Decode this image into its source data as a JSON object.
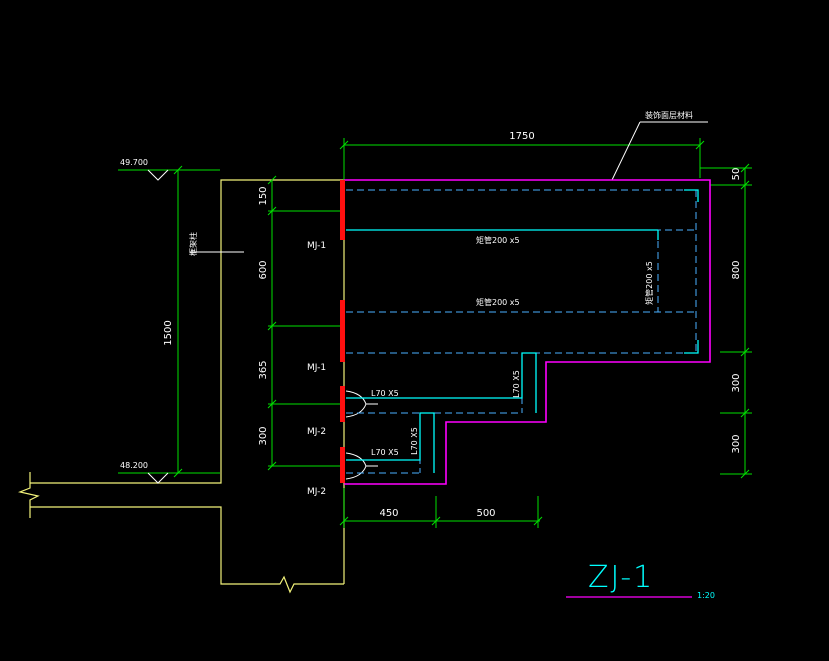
{
  "colors": {
    "background": "#000000",
    "green": "#00e000",
    "yellow": "#f2f27a",
    "white": "#ffffff",
    "magenta": "#ff00ff",
    "red": "#ff1010",
    "cyan": "#00ffff",
    "blue_dash": "#4ab0ff"
  },
  "dims": {
    "top_width": "1750",
    "left_total": "1500",
    "left_150": "150",
    "left_600": "600",
    "left_365": "365",
    "left_300": "300",
    "right_50": "50",
    "right_800": "800",
    "right_300a": "300",
    "right_300b": "300",
    "bottom_450": "450",
    "bottom_500": "500"
  },
  "elevations": {
    "top": "49.700",
    "bottom": "48.200"
  },
  "labels": {
    "callout": "装饰面层材料",
    "left_member": "框架柱",
    "pipe_upper": "矩管200 x5",
    "pipe_lower": "矩管200 x5",
    "pipe_vertical": "矩管200 x5",
    "angle_1": "L70 X5",
    "angle_2": "L70 X5",
    "angle_v1": "L70 X5",
    "angle_v2": "L70 X5",
    "mj1_a": "MJ-1",
    "mj1_b": "MJ-1",
    "mj2_a": "MJ-2",
    "mj2_b": "MJ-2"
  },
  "title": {
    "name": "ZJ-1",
    "scale": "1:20"
  }
}
